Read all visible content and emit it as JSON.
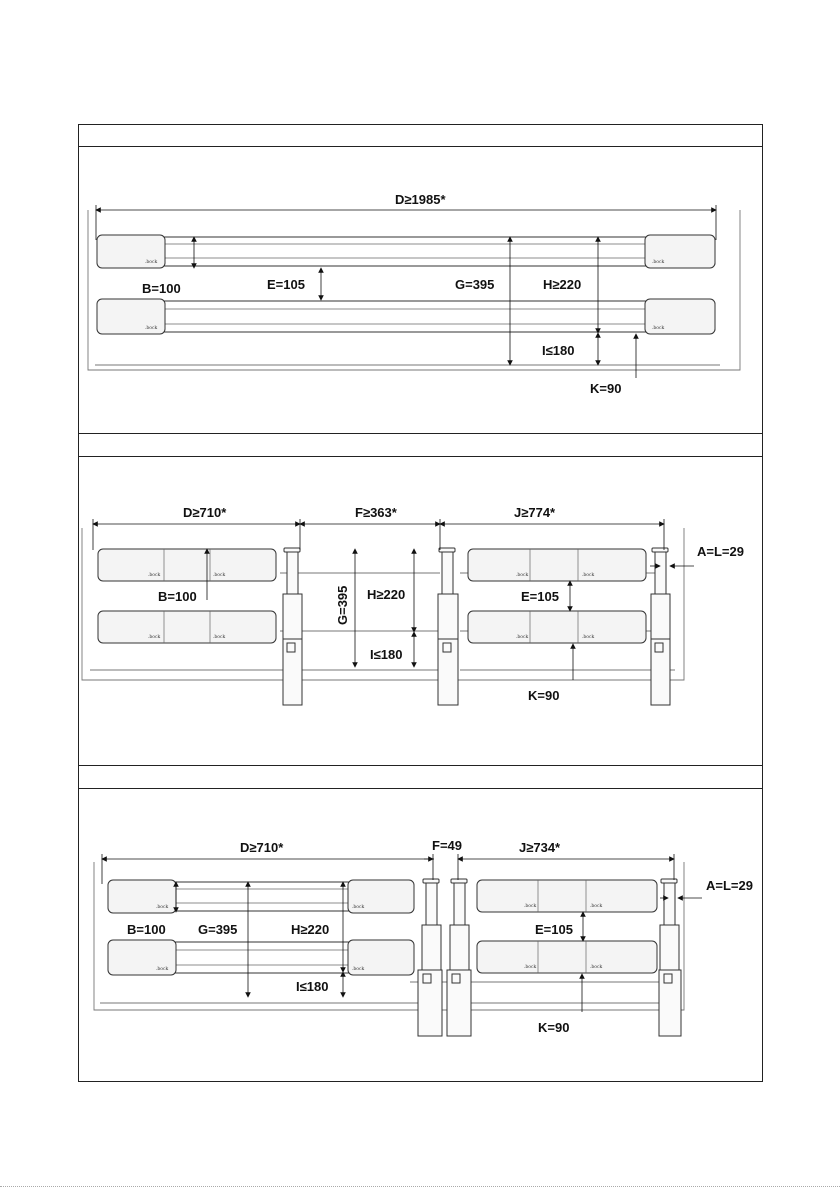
{
  "diagrams": [
    {
      "labels": {
        "d": "D≥1985*",
        "b": "B=100",
        "e": "E=105",
        "g": "G=395",
        "h": "H≥220",
        "i": "I≤180",
        "k": "K=90"
      },
      "brand": ".bock"
    },
    {
      "labels": {
        "d": "D≥710*",
        "f": "F≥363*",
        "j": "J≥774*",
        "al": "A=L=29",
        "b": "B=100",
        "g": "G=395",
        "h": "H≥220",
        "i": "I≤180",
        "e": "E=105",
        "k": "K=90"
      },
      "brand": ".bock"
    },
    {
      "labels": {
        "d": "D≥710*",
        "f": "F=49",
        "j": "J≥734*",
        "al": "A=L=29",
        "b": "B=100",
        "g": "G=395",
        "h": "H≥220",
        "i": "I≤180",
        "e": "E=105",
        "k": "K=90"
      },
      "brand": ".bock"
    }
  ]
}
